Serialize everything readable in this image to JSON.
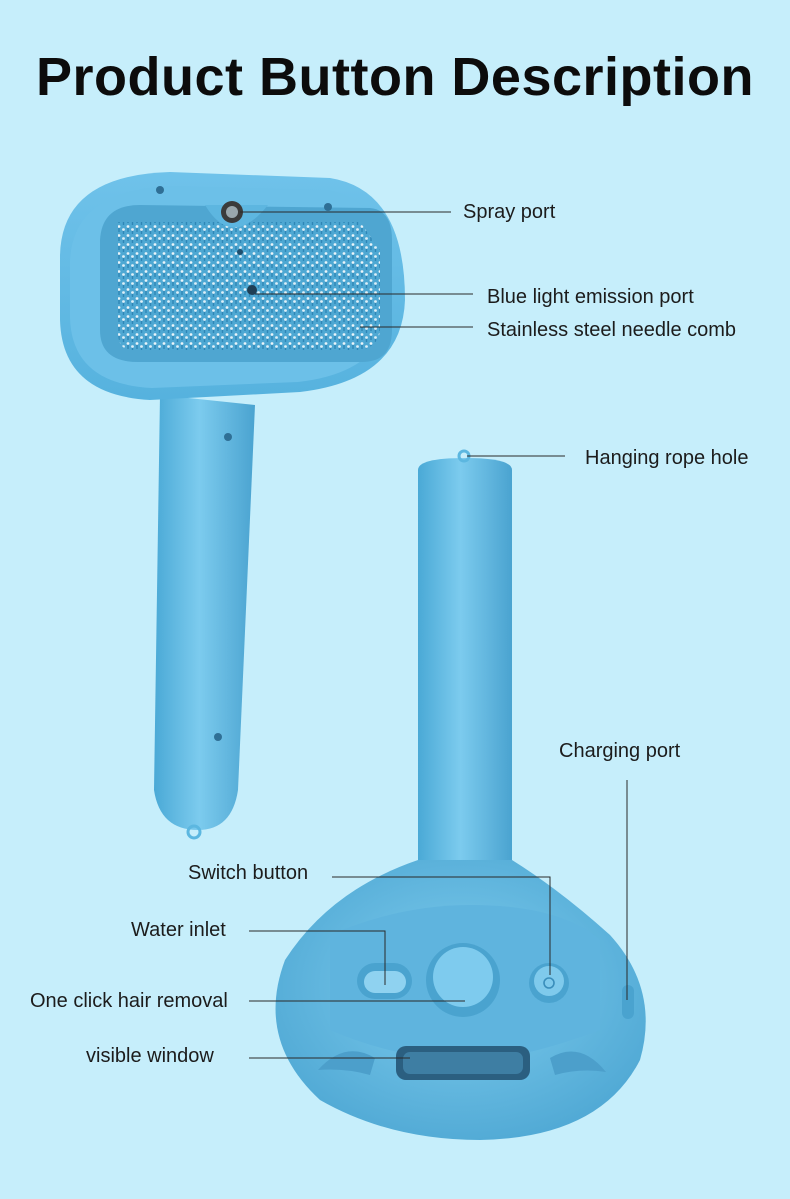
{
  "title": "Product Button Description",
  "labels": {
    "spray_port": "Spray port",
    "blue_light": "Blue light emission port",
    "needle_comb": "Stainless steel needle comb",
    "rope_hole": "Hanging rope hole",
    "charging_port": "Charging port",
    "switch_button": "Switch button",
    "water_inlet": "Water inlet",
    "hair_removal": "One click hair removal",
    "visible_window": "visible window"
  },
  "colors": {
    "background": "#c6eefb",
    "device": "#5cb7e0",
    "device_light": "#7fcaec",
    "device_dark": "#3e97c4",
    "line": "#2a2a2a"
  }
}
